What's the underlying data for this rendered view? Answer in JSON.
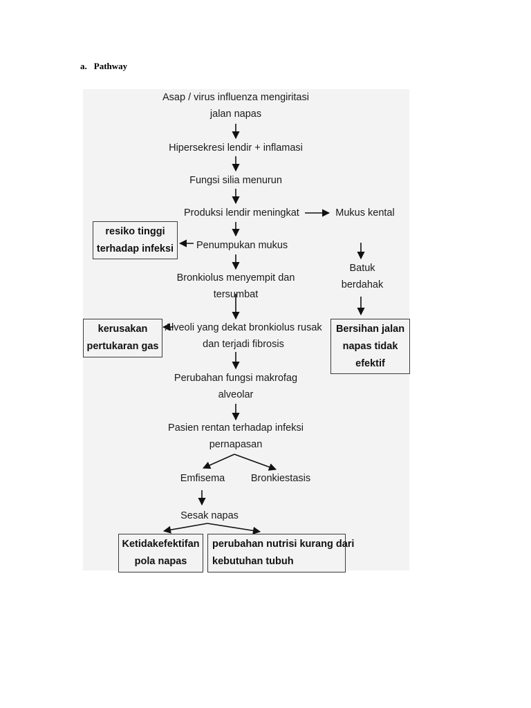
{
  "heading": {
    "letter": "a.",
    "title": "Pathway"
  },
  "diagram": {
    "main": {
      "n1": [
        "Asap / virus influenza mengiritasi",
        "jalan napas"
      ],
      "n2": "Hipersekresi lendir + inflamasi",
      "n3": "Fungsi silia menurun",
      "n4": "Produksi lendir meningkat",
      "n5": "Penumpukan mukus",
      "n6": [
        "Bronkiolus menyempit dan",
        "tersumbat"
      ],
      "n7": [
        "Alveoli yang dekat bronkiolus rusak",
        "dan terjadi fibrosis"
      ],
      "n8": [
        "Perubahan fungsi makrofag",
        "alveolar"
      ],
      "n9": [
        "Pasien rentan terhadap infeksi",
        "pernapasan"
      ],
      "emfisema": "Emfisema",
      "bronkiestasis": "Bronkiestasis",
      "sesak": "Sesak napas"
    },
    "side": {
      "mukus_kental": "Mukus kental",
      "batuk": [
        "Batuk",
        "berdahak"
      ]
    },
    "boxes": {
      "resiko": [
        "resiko tinggi",
        "terhadap infeksi"
      ],
      "kerusakan": [
        "kerusakan",
        "pertukaran gas"
      ],
      "bersihan": [
        "Bersihan jalan",
        "napas tidak",
        "efektif"
      ],
      "ketidakefektifan": [
        "Ketidakefektifan",
        "pola napas"
      ],
      "perubahan_nutrisi": [
        "perubahan nutrisi kurang dari",
        "kebutuhan tubuh"
      ]
    }
  }
}
